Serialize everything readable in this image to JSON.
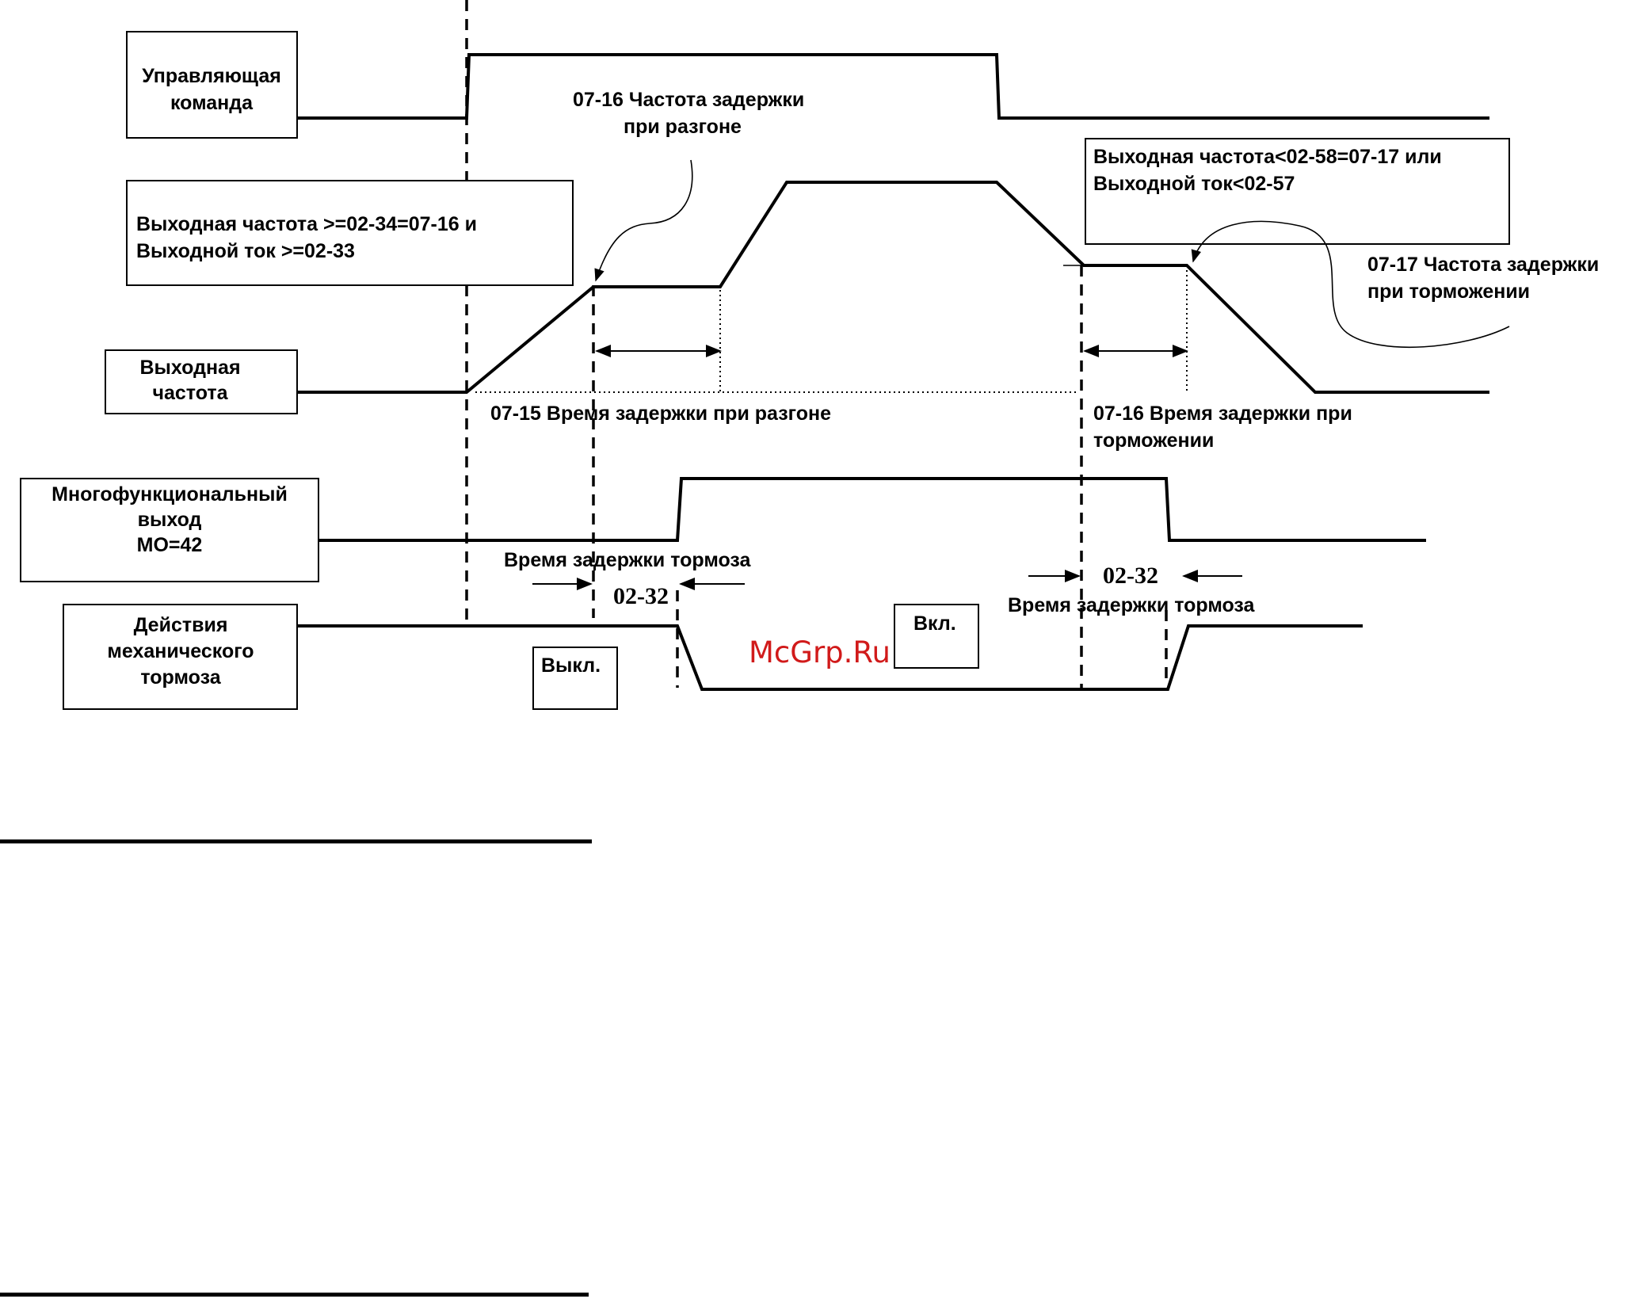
{
  "labels": {
    "control_cmd": [
      "Управляющая",
      "команда"
    ],
    "output_freq": [
      "Выходная",
      "частота"
    ],
    "multifunc_out": [
      "Многофункциональный",
      "выход",
      "МО=42"
    ],
    "mech_brake": [
      "Действия",
      "механического",
      "тормоза"
    ]
  },
  "callouts": {
    "accel_condition": [
      "Выходная частота >=02-34=07-16 и",
      "Выходной ток >=02-33"
    ],
    "decel_condition": [
      "Выходная частота<02-58=07-17 или",
      "Выходной ток<02-57"
    ],
    "accel_freq": [
      "07-16 Частота задержки",
      "при разгоне"
    ],
    "decel_freq": [
      "07-17 Частота задержки",
      "при торможении"
    ],
    "accel_time": "07-15 Время задержки при разгоне",
    "decel_time": [
      "07-16 Время задержки при",
      "торможении"
    ],
    "brake_delay_left": "Время задержки тормоза",
    "brake_delay_right": "Время задержки тормоза",
    "param_left": "02-32",
    "param_right": "02-32",
    "off": "Выкл.",
    "on": "Вкл."
  },
  "watermark": "McGrp.Ru"
}
